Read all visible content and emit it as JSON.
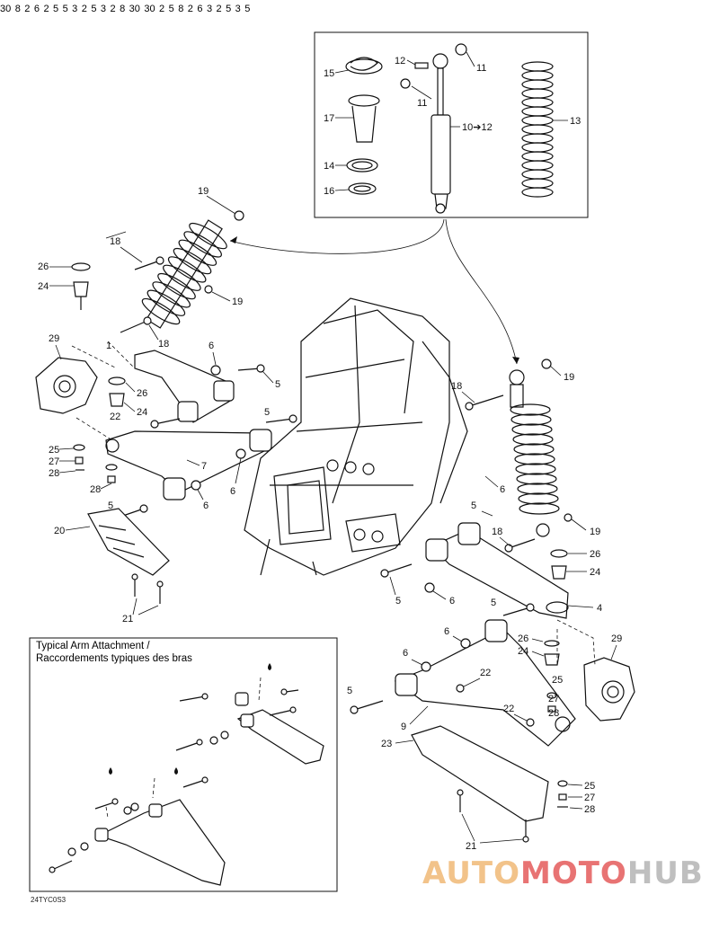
{
  "inset": {
    "title_line1": "Typical Arm Attachment /",
    "title_line2": "Raccordements typiques des bras"
  },
  "drawing_code": "24TYC0S3",
  "watermark": {
    "part1": "AUTO",
    "part2": "MOTO",
    "part3": "HUB",
    "colors": {
      "auto": "#f2c38a",
      "moto": "#e87373",
      "hub": "#bfbfbf",
      "triangle": "#e05050"
    }
  },
  "callouts": {
    "c15": "15",
    "c17": "17",
    "c14": "14",
    "c16": "16",
    "c12": "12",
    "c11a": "11",
    "c11b": "11",
    "c10": "10➔12",
    "c13": "13",
    "c19a": "19",
    "c18a": "18",
    "c26a": "26",
    "c24a": "24",
    "c19b": "19",
    "c18b": "18",
    "c29a": "29",
    "c1": "1",
    "c6a": "6",
    "c5a": "5",
    "c26b": "26",
    "c24b": "24",
    "c22a": "22",
    "c5b": "5",
    "c25a": "25",
    "c27a": "27",
    "c28a": "28",
    "c7": "7",
    "c28b": "28",
    "c6b": "6",
    "c6c": "6",
    "c5c": "5",
    "c20": "20",
    "c21a": "21",
    "c18c": "18",
    "c19c": "19",
    "c6d": "6",
    "c5d": "5",
    "c18d": "18",
    "c19d": "19",
    "c26c": "26",
    "c24c": "24",
    "c5e": "5",
    "c6e": "6",
    "c4": "4",
    "c5f": "5",
    "c6f": "6",
    "c26d": "26",
    "c24d": "24",
    "c29b": "29",
    "c6g": "6",
    "c22b": "22",
    "c25b": "25",
    "c5g": "5",
    "c27b": "27",
    "c22c": "22",
    "c28c": "28",
    "c9": "9",
    "c23": "23",
    "c25c": "25",
    "c27c": "27",
    "c28d": "28",
    "c21b": "21",
    "i30a": "30",
    "i8a": "8",
    "i2a": "2",
    "i6a": "6",
    "i2b": "2",
    "i5a": "5",
    "i5b": "5",
    "i3a": "3",
    "i2c": "2",
    "i5c": "5",
    "i3b": "3",
    "i2d": "2",
    "i8b": "8",
    "i30b": "30",
    "i30c": "30",
    "i2e": "2",
    "i5d": "5",
    "i8c": "8",
    "i2f": "2",
    "i6b": "6",
    "i3c": "3",
    "i2g": "2",
    "i5e": "5",
    "i3d": "3",
    "i5f": "5"
  }
}
